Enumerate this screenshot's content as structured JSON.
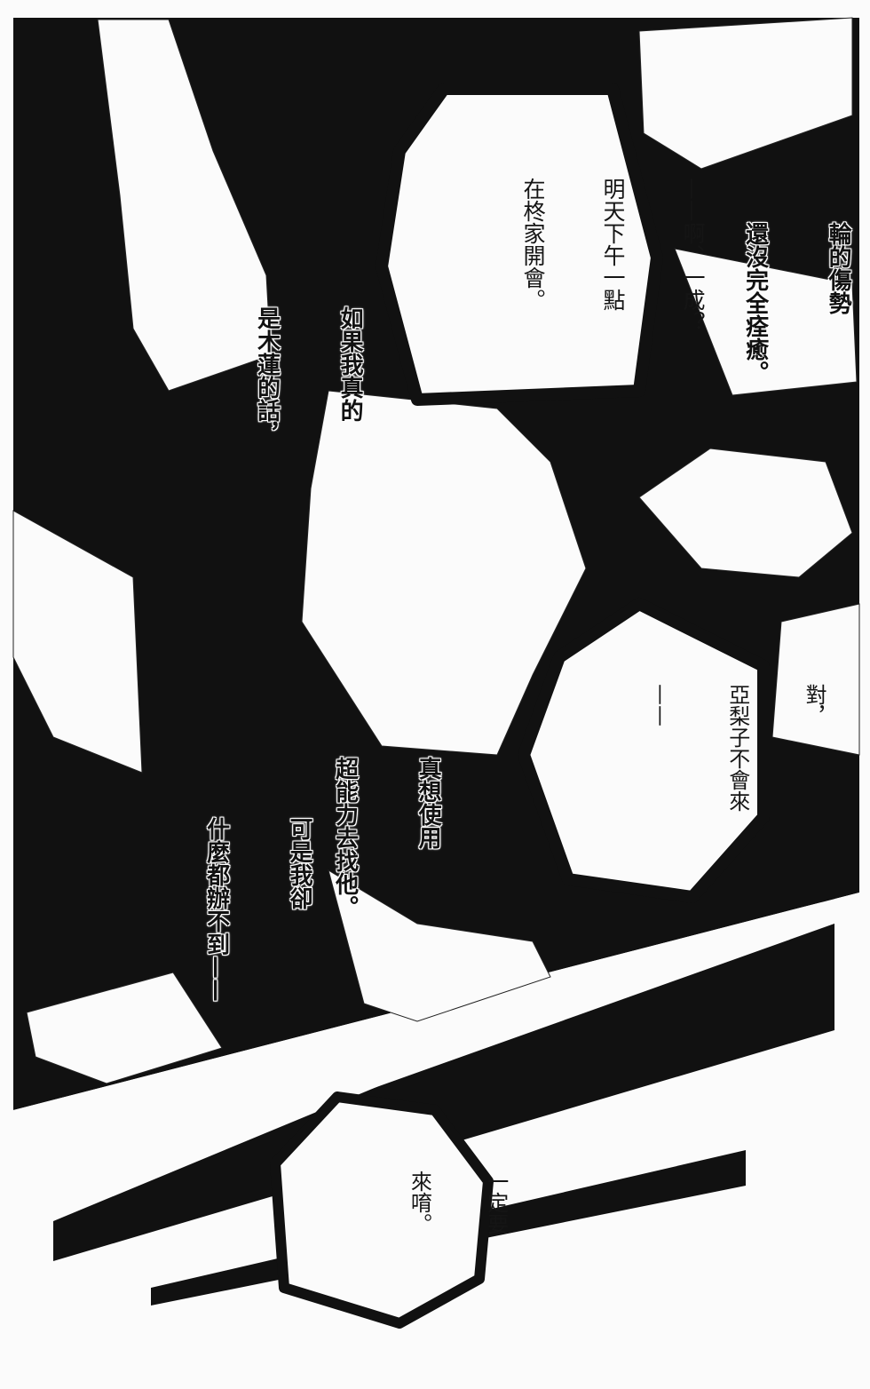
{
  "page": {
    "colors": {
      "ink": "#111111",
      "paper": "#fbfbfb"
    },
    "captions": [
      {
        "id": "injury",
        "lines": [
          "輪的傷勢",
          "還沒完全痊癒。"
        ]
      },
      {
        "id": "phone",
        "lines": [
          "——啊、一成？",
          "明天下午一點",
          "在柊家開會。"
        ]
      },
      {
        "id": "mokuren",
        "lines": [
          "如果我真的",
          "是木蓮的話，"
        ]
      },
      {
        "id": "arisako",
        "lines": [
          "對，",
          "亞梨子不會來",
          "——"
        ]
      },
      {
        "id": "wish",
        "lines": [
          "真想使用",
          "超能力去找他。"
        ]
      },
      {
        "id": "cannot",
        "lines": [
          "可是我卻",
          "什麼都辦不到——"
        ]
      },
      {
        "id": "promise",
        "lines": [
          "一定要",
          "來唷。"
        ]
      }
    ]
  }
}
